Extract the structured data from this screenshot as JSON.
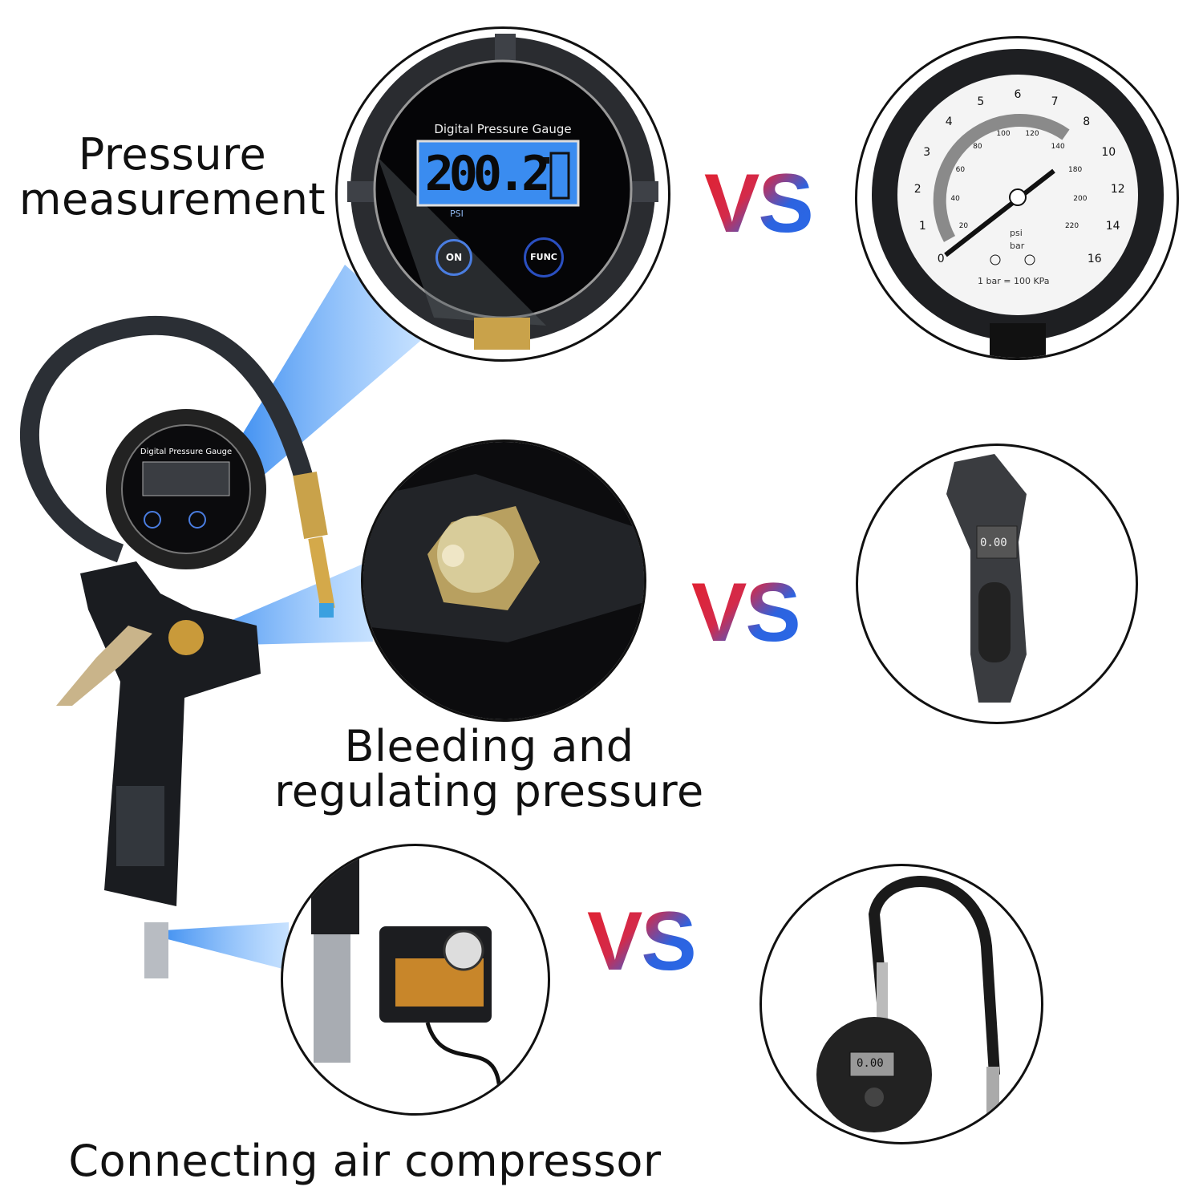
{
  "captions": {
    "pressure_line1": "Pressure",
    "pressure_line2": "measurement",
    "bleeding_line1": "Bleeding and",
    "bleeding_line2": "regulating pressure",
    "compressor": "Connecting air compressor"
  },
  "vs_label": "VS",
  "digital_gauge": {
    "title": "Digital Pressure Gauge",
    "reading": "200.2",
    "unit": "PSI",
    "on_button": "ON",
    "func_button": "FUNC"
  },
  "analog_gauge": {
    "bar_scale": [
      "0",
      "1",
      "2",
      "3",
      "4",
      "5",
      "6",
      "7",
      "8",
      "10",
      "12",
      "14",
      "16"
    ],
    "psi_scale": [
      "20",
      "40",
      "60",
      "80",
      "100",
      "120",
      "140",
      "180",
      "200",
      "220"
    ],
    "unit_psi": "psi",
    "unit_bar": "bar",
    "conversion": "1 bar = 100 KPa"
  },
  "pencil_gauge": {
    "reading": "0.00"
  },
  "hose_gauge": {
    "reading": "0.00"
  },
  "colors": {
    "vs_red": "#e3202c",
    "vs_blue": "#2a6ae8",
    "lcd_blue": "#3a8cf0",
    "beam_blue": "#4a9cf5"
  }
}
